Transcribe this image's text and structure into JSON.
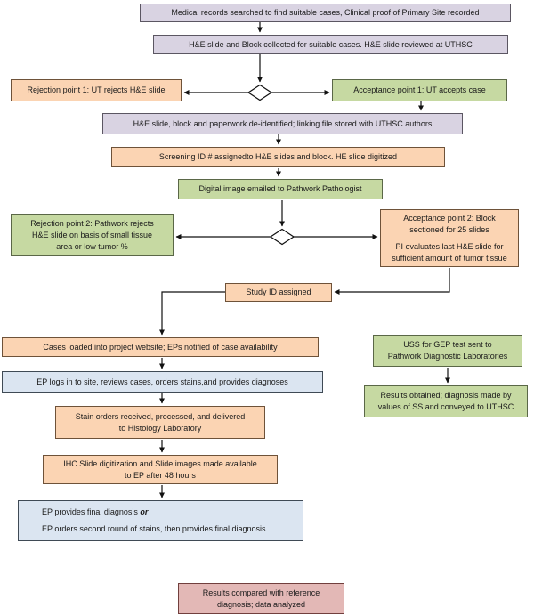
{
  "figure_type": "flowchart",
  "colors": {
    "lavender": {
      "fill": "#d9d3e2",
      "border": "#5b5662"
    },
    "orange": {
      "fill": "#fbd4b3",
      "border": "#6e5239"
    },
    "green": {
      "fill": "#c6d9a2",
      "border": "#5a6747"
    },
    "blue": {
      "fill": "#dbe5f1",
      "border": "#3f4a55"
    },
    "pink": {
      "fill": "#e3b8b6",
      "border": "#713f3d"
    },
    "arrow": {
      "stroke": "#111111"
    },
    "decision_diamond": {
      "fill": "#ffffff",
      "border": "#111111"
    }
  },
  "boxes": {
    "medical_records": {
      "lines": [
        "Medical records searched to find suitable cases, Clinical proof of Primary Site recorded"
      ]
    },
    "he_collected": {
      "lines": [
        "H&E slide and Block collected for suitable cases. H&E slide reviewed at UTHSC"
      ]
    },
    "rejection1": {
      "lines": [
        "Rejection point 1: UT rejects H&E slide"
      ]
    },
    "acceptance1": {
      "lines": [
        "Acceptance point 1: UT accepts case"
      ]
    },
    "deidentified": {
      "lines": [
        "H&E slide, block and paperwork de-identified; linking file stored with UTHSC authors"
      ]
    },
    "screening": {
      "lines": [
        "Screening ID # assignedto H&E slides and block. HE slide digitized"
      ]
    },
    "digital_image": {
      "lines": [
        "Digital image emailed to Pathwork Pathologist"
      ]
    },
    "rejection2": {
      "lines": [
        "Rejection point 2: Pathwork rejects",
        "H&E slide on basis of small tissue",
        "area or low tumor %"
      ]
    },
    "acceptance2": {
      "para1": [
        "Acceptance point 2: Block",
        "sectioned for 25 slides"
      ],
      "para2": [
        "PI evaluates last H&E slide for",
        "sufficient amount of tumor tissue"
      ]
    },
    "study_id": {
      "lines": [
        "Study ID assigned"
      ]
    },
    "cases_loaded": {
      "lines": [
        "Cases loaded into project website; EPs notified of case availability"
      ]
    },
    "ep_logs": {
      "lines": [
        "EP logs in to site, reviews cases, orders stains,and provides diagnoses"
      ]
    },
    "stain_orders": {
      "lines": [
        "Stain orders received, processed, and delivered",
        "to Histology Laboratory"
      ]
    },
    "ihc": {
      "lines": [
        "IHC Slide digitization and Slide images made available",
        "to EP after 48 hours"
      ]
    },
    "final_diagnosis": {
      "line1_text": "EP provides final diagnosis ",
      "line1_em": "or",
      "line2": "EP orders second round of stains, then provides final diagnosis"
    },
    "uss": {
      "lines": [
        "USS for GEP test sent to",
        "Pathwork Diagnostic Laboratories"
      ]
    },
    "results_obtained": {
      "lines": [
        "Results obtained; diagnosis made by",
        "values of SS and conveyed to UTHSC"
      ]
    },
    "results_compared": {
      "lines": [
        "Results compared with reference",
        "diagnosis; data analyzed"
      ]
    }
  }
}
